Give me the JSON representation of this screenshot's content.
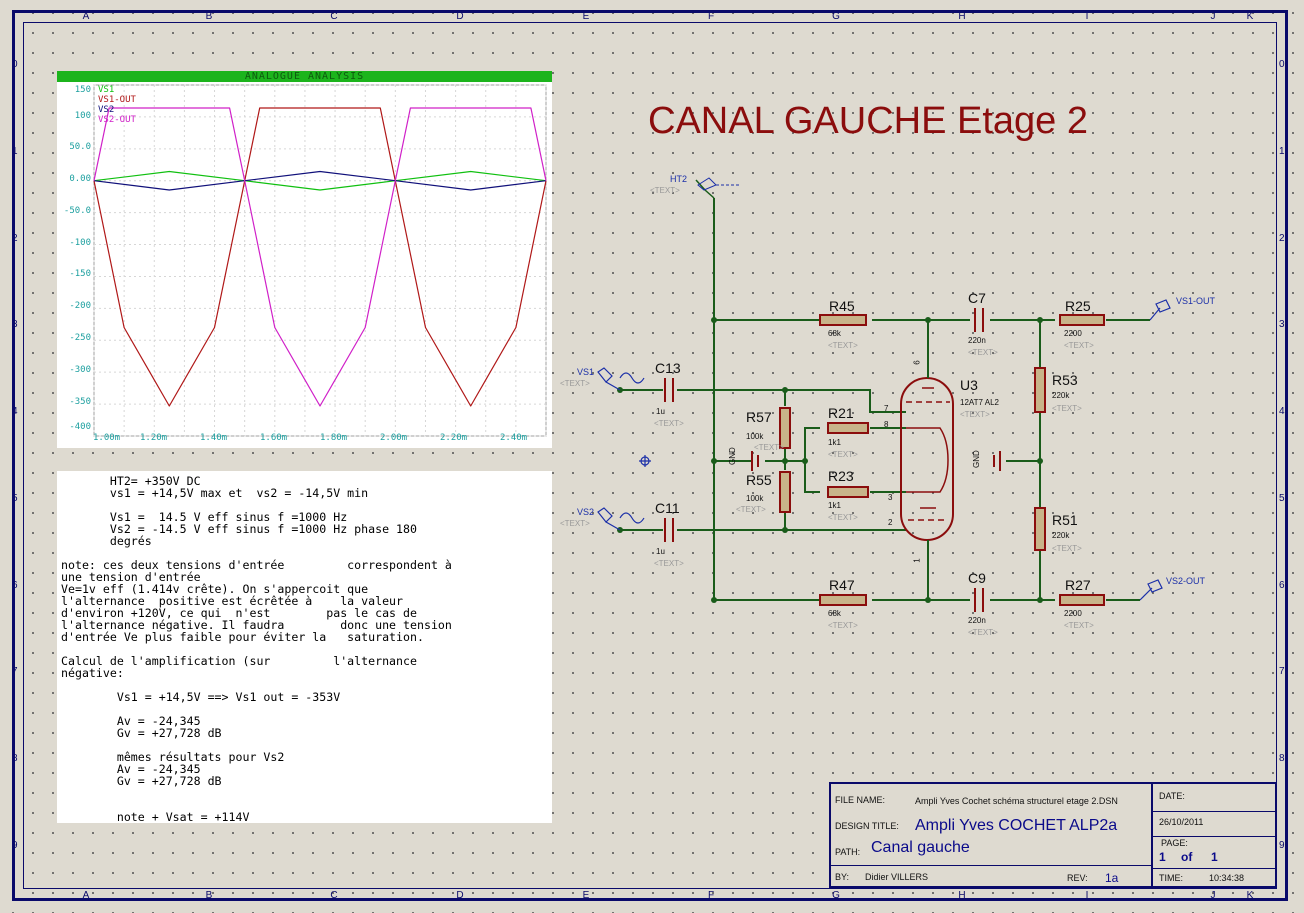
{
  "title": "CANAL GAUCHE Etage 2",
  "border": {
    "columns": [
      "A",
      "B",
      "C",
      "D",
      "E",
      "F",
      "G",
      "H",
      "I",
      "J",
      "K"
    ],
    "rows": [
      "0",
      "1",
      "2",
      "3",
      "4",
      "5",
      "6",
      "7",
      "8",
      "9"
    ]
  },
  "analysis": {
    "header": "ANALOGUE ANALYSIS",
    "legend": [
      "VS1",
      "VS1-OUT",
      "VS2",
      "VS2-OUT"
    ],
    "legend_colors": [
      "#10c010",
      "#b01818",
      "#10107a",
      "#d020c8"
    ],
    "y_ticks": [
      "150",
      "100",
      "50.0",
      "0.00",
      "-50.0",
      "-100",
      "-150",
      "-200",
      "-250",
      "-300",
      "-350",
      "-400"
    ],
    "x_ticks": [
      "1.00m",
      "1.20m",
      "1.40m",
      "1.60m",
      "1.80m",
      "2.00m",
      "2.20m",
      "2.40m"
    ]
  },
  "chart_data": {
    "type": "line",
    "xlabel": "",
    "ylabel": "",
    "x_range_ms": [
      1.0,
      2.5
    ],
    "ylim": [
      -400,
      150
    ],
    "grid": true,
    "legend_position": "top-left",
    "series": [
      {
        "name": "VS1",
        "color": "#10c010",
        "x_ms": [
          1.0,
          1.25,
          1.5,
          1.75,
          2.0,
          2.25,
          2.5
        ],
        "y": [
          0,
          14.5,
          0,
          -14.5,
          0,
          14.5,
          0
        ]
      },
      {
        "name": "VS1-OUT",
        "color": "#b01818",
        "x_ms": [
          1.0,
          1.1,
          1.25,
          1.4,
          1.5,
          1.55,
          1.75,
          1.95,
          2.0,
          2.1,
          2.25,
          2.4,
          2.5
        ],
        "y": [
          0,
          -230,
          -353,
          -230,
          0,
          114,
          114,
          114,
          0,
          -230,
          -353,
          -230,
          0
        ]
      },
      {
        "name": "VS2",
        "color": "#10107a",
        "x_ms": [
          1.0,
          1.25,
          1.5,
          1.75,
          2.0,
          2.25,
          2.5
        ],
        "y": [
          0,
          -14.5,
          0,
          14.5,
          0,
          -14.5,
          0
        ]
      },
      {
        "name": "VS2-OUT",
        "color": "#d020c8",
        "x_ms": [
          1.0,
          1.05,
          1.25,
          1.45,
          1.5,
          1.6,
          1.75,
          1.9,
          2.0,
          2.05,
          2.25,
          2.45,
          2.5
        ],
        "y": [
          0,
          114,
          114,
          114,
          0,
          -230,
          -353,
          -230,
          0,
          114,
          114,
          114,
          0
        ]
      }
    ]
  },
  "notes": [
    "       HT2= +350V DC",
    "       vs1 = +14,5V max et  vs2 = -14,5V min",
    "",
    "       Vs1 =  14.5 V eff sinus f =1000 Hz",
    "       Vs2 = -14.5 V eff sinus f =1000 Hz phase 180",
    "       degrés",
    "",
    "note: ces deux tensions d'entrée         correspondent à",
    "une tension d'entrée",
    "Ve=1v eff (1.414v crête). On s'appercoit que",
    "l'alternance  positive est écrêtée à    la valeur",
    "d'environ +120V, ce qui  n'est        pas le cas de",
    "l'alternance négative. Il faudra        donc une tension",
    "d'entrée Ve plus faible pour éviter la   saturation.",
    "",
    "Calcul de l'amplification (sur         l'alternance",
    "négative:",
    "",
    "        Vs1 = +14,5V ==> Vs1 out = -353V",
    "",
    "        Av = -24,345",
    "        Gv = +27,728 dB",
    "",
    "        mêmes résultats pour Vs2",
    "        Av = -24,345",
    "        Gv = +27,728 dB",
    "",
    "",
    "        note + Vsat = +114V"
  ],
  "schematic": {
    "components": {
      "r45": {
        "ref": "R45",
        "value": "68k",
        "text": "<TEXT>"
      },
      "c7": {
        "ref": "C7",
        "value": "220n",
        "text": "<TEXT>"
      },
      "r25": {
        "ref": "R25",
        "value": "2200",
        "text": "<TEXT>"
      },
      "c13": {
        "ref": "C13",
        "value": "1u",
        "text": "<TEXT>"
      },
      "r57": {
        "ref": "R57",
        "value": "100k",
        "text": "<TEXT>"
      },
      "r21": {
        "ref": "R21",
        "value": "1k1",
        "text": "<TEXT>"
      },
      "r55": {
        "ref": "R55",
        "value": "100k",
        "text": "<TEXT>"
      },
      "r23": {
        "ref": "R23",
        "value": "1k1",
        "text": "<TEXT>"
      },
      "c11": {
        "ref": "C11",
        "value": "1u",
        "text": "<TEXT>"
      },
      "r47": {
        "ref": "R47",
        "value": "68k",
        "text": "<TEXT>"
      },
      "c9": {
        "ref": "C9",
        "value": "220n",
        "text": "<TEXT>"
      },
      "r27": {
        "ref": "R27",
        "value": "2200",
        "text": "<TEXT>"
      },
      "r53": {
        "ref": "R53",
        "value": "220k",
        "text": "<TEXT>"
      },
      "r51": {
        "ref": "R51",
        "value": "220k",
        "text": "<TEXT>"
      },
      "u3": {
        "ref": "U3",
        "value": "12AT7 AL2",
        "text": "<TEXT>"
      }
    },
    "ports": {
      "ht2": "HT2",
      "ht2_text": "<TEXT>",
      "vs1": "VS1",
      "vs1_text": "<TEXT>",
      "vs2": "VS2",
      "vs2_text": "<TEXT>",
      "vs1_out": "VS1-OUT",
      "vs2_out": "VS2-OUT",
      "gnd_left": "GND",
      "gnd_right": "GND"
    },
    "pins": {
      "p6": "6",
      "p7": "7",
      "p8": "8",
      "p3": "3",
      "p2": "2",
      "p1": "1"
    }
  },
  "titleblock": {
    "file_name_label": "FILE NAME:",
    "file_name": "Ampli Yves Cochet schéma structurel etage 2.DSN",
    "design_title_label": "DESIGN TITLE:",
    "design_title": "Ampli Yves COCHET ALP2a",
    "path_label": "PATH:",
    "path": "Canal gauche",
    "by_label": "BY:",
    "by": "Didier VILLERS",
    "rev_label": "REV:",
    "rev": "1a",
    "date_label": "DATE:",
    "date": "26/10/2011",
    "page_label": "PAGE:",
    "page_num": "1",
    "page_of": "of",
    "page_total": "1",
    "time_label": "TIME:",
    "time": "10:34:38"
  }
}
